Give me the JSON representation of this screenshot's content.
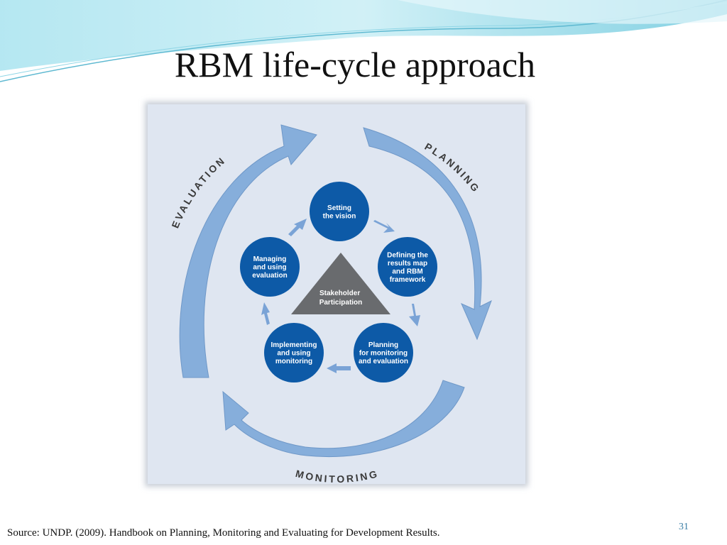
{
  "slide": {
    "title": "RBM life-cycle approach",
    "source": "Source: UNDP. (2009). Handbook on Planning, Monitoring and Evaluating for Development Results.",
    "page_number": "31"
  },
  "diagram": {
    "center": [
      "Stakeholder",
      "Participation"
    ],
    "phases": {
      "planning": "PLANNING",
      "monitoring": "MONITORING",
      "evaluation": "EVALUATION"
    },
    "steps": [
      {
        "lines": [
          "Setting",
          "the vision"
        ]
      },
      {
        "lines": [
          "Defining the",
          "results map",
          "and RBM",
          "framework"
        ]
      },
      {
        "lines": [
          "Planning",
          "for monitoring",
          "and evaluation"
        ]
      },
      {
        "lines": [
          "Implementing",
          "and using",
          "monitoring"
        ]
      },
      {
        "lines": [
          "Managing",
          "and using",
          "evaluation"
        ]
      }
    ]
  },
  "colors": {
    "node_fill": "#0d5aa7",
    "arrow_fill": "#86aedb",
    "panel_fill": "#dfe6f1",
    "triangle_fill": "#696b6e",
    "swoosh": "#7fd3e6"
  }
}
